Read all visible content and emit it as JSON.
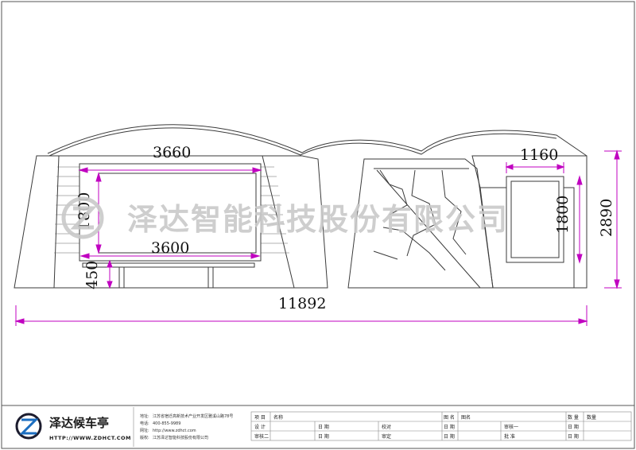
{
  "watermark": {
    "company": "泽达智能科技股份有限公司"
  },
  "dimensions": {
    "overall_width": "11892",
    "overall_height": "2890",
    "left_board_top": "3660",
    "left_board_bottom": "3600",
    "left_board_height": "1800",
    "bench_height": "450",
    "right_board_width": "1160",
    "right_board_height": "1800"
  },
  "title_block": {
    "brand": "泽达候车亭",
    "url": "HTTP://WWW.ZDHCT.COM",
    "info": [
      {
        "label": "地址:",
        "value": "江苏省宿迁高新技术产业开发区雅溪山路78号"
      },
      {
        "label": "电话:",
        "value": "400-855-9989"
      },
      {
        "label": "网址:",
        "value": "http://www.zdhct.com"
      },
      {
        "label": "版权:",
        "value": "江苏泽达智能科技股份有限公司"
      }
    ],
    "fields": {
      "project": "项  目",
      "name": "名称",
      "drawing_name": "图 名",
      "drawing_name_value": "图名",
      "quantity": "数 量",
      "quantity_value": "数量",
      "design": "设 计",
      "date": "日 期",
      "proofread": "校对",
      "review1": "审核一",
      "review2": "审核二",
      "verify": "审定",
      "approve": "批 准"
    }
  },
  "colors": {
    "line": "#3a3a3a",
    "dim": "#c000c0",
    "watermark": "#c9c9c9",
    "logo": "#1c1c2e"
  }
}
